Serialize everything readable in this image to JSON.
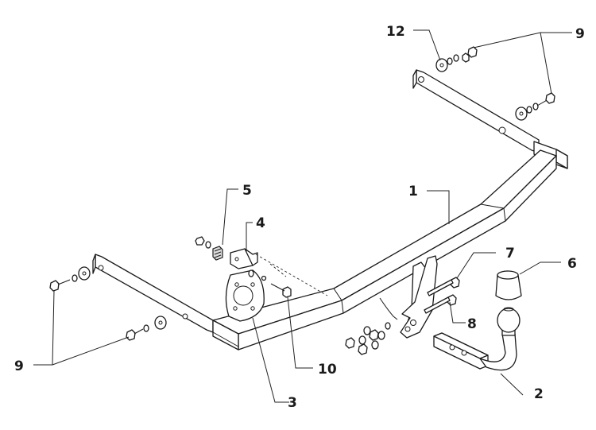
{
  "callouts": {
    "c1": "1",
    "c2": "2",
    "c3": "3",
    "c4": "4",
    "c5": "5",
    "c6": "6",
    "c7": "7",
    "c8": "8",
    "c9_top": "9",
    "c9_left": "9",
    "c10": "10",
    "c12": "12"
  },
  "colors": {
    "line": "#1a1a1a",
    "background": "#ffffff",
    "shade": "#dcdcdc"
  }
}
